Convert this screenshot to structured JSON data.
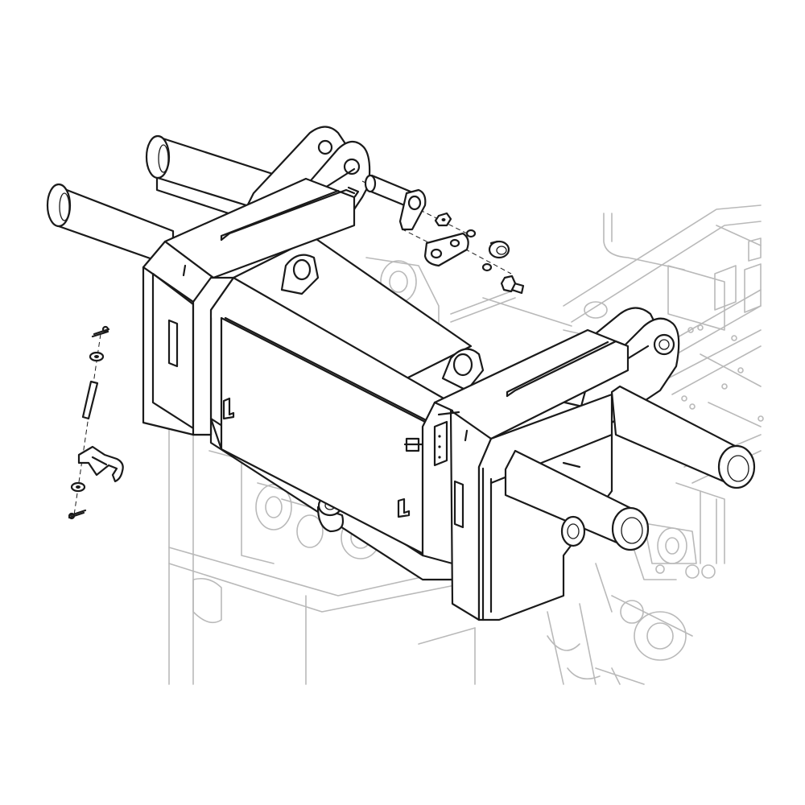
{
  "diagram": {
    "kind": "exploded isometric line drawing",
    "line_color": "#1a1a1a",
    "background_line_color": "#b9b9b9",
    "background_color": "#ffffff",
    "components": [
      "main-crossbeam-housing",
      "left-end-block",
      "right-end-block",
      "left-upper-arm",
      "right-upper-arm",
      "upper-left-pin",
      "lower-left-pin",
      "upper-right-pin",
      "lower-right-pin",
      "front-cover-panel",
      "cover-latch-assembly",
      "exploded-pivot-pin-hardware",
      "background-chassis-frame"
    ]
  }
}
